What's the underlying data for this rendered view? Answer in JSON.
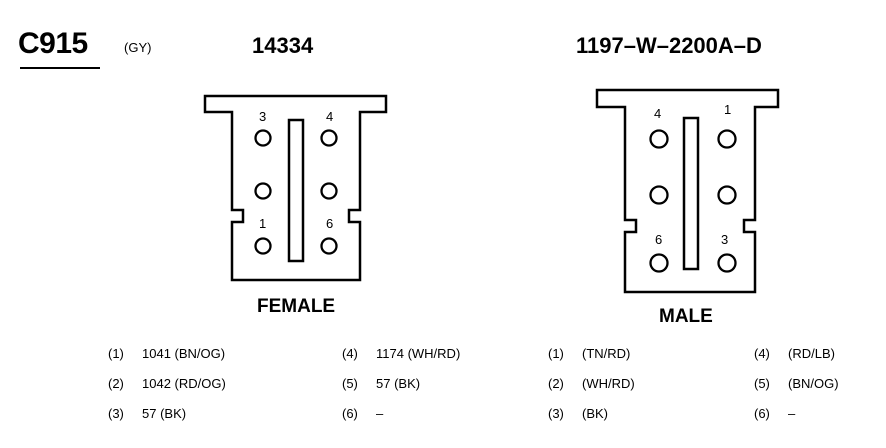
{
  "connector": {
    "id": "C915",
    "color": "(GY)"
  },
  "female": {
    "part_number": "14334",
    "label": "FEMALE",
    "pin_labels": [
      "3",
      "4",
      "1",
      "6"
    ],
    "wires": [
      {
        "num": "(1)",
        "value": "1041 (BN/OG)"
      },
      {
        "num": "(2)",
        "value": "1042 (RD/OG)"
      },
      {
        "num": "(3)",
        "value": "57 (BK)"
      },
      {
        "num": "(4)",
        "value": "1174 (WH/RD)"
      },
      {
        "num": "(5)",
        "value": "57 (BK)"
      },
      {
        "num": "(6)",
        "value": "–"
      }
    ]
  },
  "male": {
    "part_number": "1197–W–2200A–D",
    "label": "MALE",
    "pin_labels": [
      "4",
      "1",
      "6",
      "3"
    ],
    "wires": [
      {
        "num": "(1)",
        "value": "(TN/RD)"
      },
      {
        "num": "(2)",
        "value": "(WH/RD)"
      },
      {
        "num": "(3)",
        "value": "(BK)"
      },
      {
        "num": "(4)",
        "value": "(RD/LB)"
      },
      {
        "num": "(5)",
        "value": "(BN/OG)"
      },
      {
        "num": "(6)",
        "value": "–"
      }
    ]
  }
}
